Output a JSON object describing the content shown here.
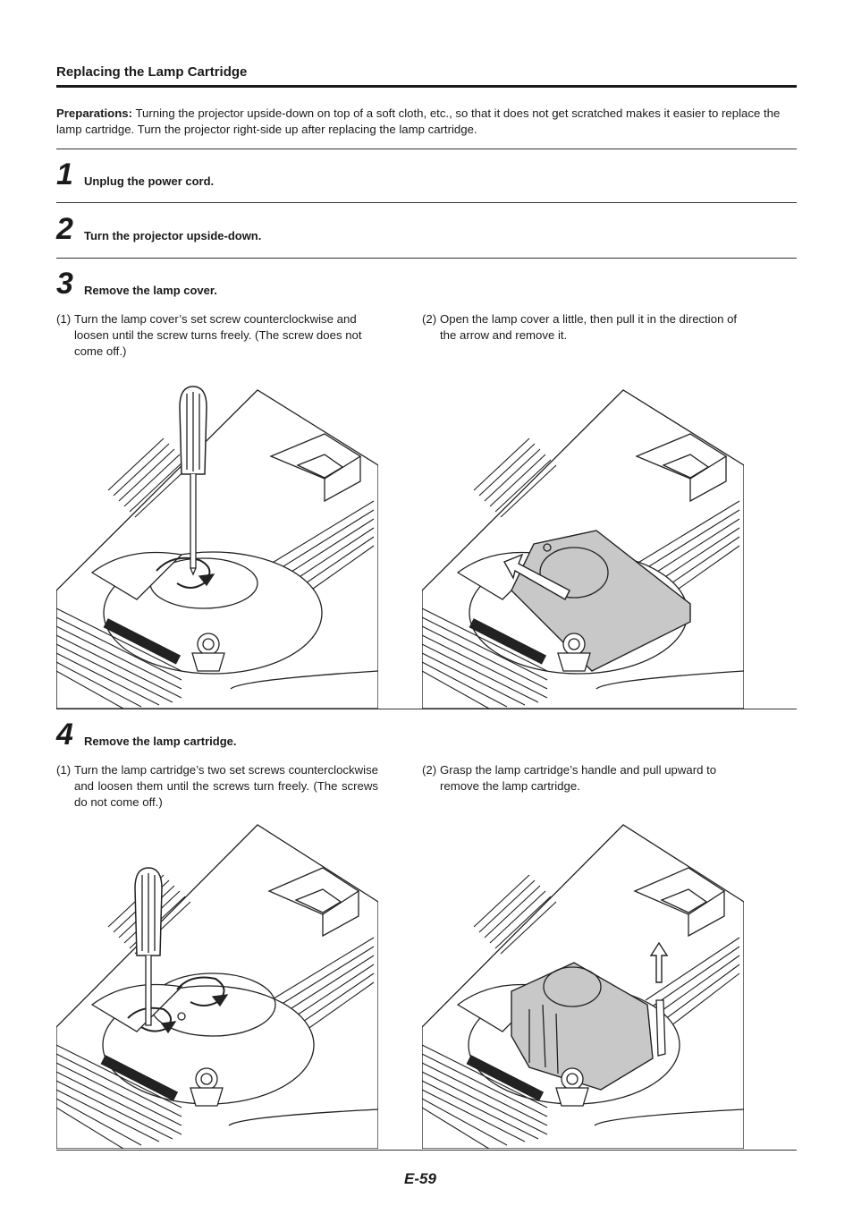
{
  "section_title": "Replacing the Lamp Cartridge",
  "preparations": {
    "label": "Preparations:",
    "text": "Turning the projector upside-down on top of a soft cloth, etc., so that it does not get scratched makes it easier to replace the lamp cartridge. Turn the projector right-side up after replacing the lamp cartridge."
  },
  "steps": [
    {
      "number": "1",
      "title": "Unplug the power cord."
    },
    {
      "number": "2",
      "title": "Turn the projector upside-down."
    },
    {
      "number": "3",
      "title": "Remove the lamp cover.",
      "substeps": [
        {
          "num": "(1)",
          "text": "Turn the lamp cover’s set screw counterclockwise and loosen until the screw turns freely. (The screw does not come off.)"
        },
        {
          "num": "(2)",
          "text": "Open the lamp cover a little, then pull it in the direction of the arrow and remove it."
        }
      ]
    },
    {
      "number": "4",
      "title": "Remove the lamp cartridge.",
      "substeps": [
        {
          "num": "(1)",
          "text": "Turn the lamp cartridge’s two set screws counterclockwise and loosen them until the screws turn freely. (The screws do not come off.)"
        },
        {
          "num": "(2)",
          "text": "Grasp the lamp cartridge’s handle and pull upward to remove the lamp cartridge."
        }
      ]
    }
  ],
  "page_number": "E-59",
  "colors": {
    "rule": "#1a1a1a",
    "highlight_gray": "#c8c8c8",
    "line_art": "#222222"
  }
}
